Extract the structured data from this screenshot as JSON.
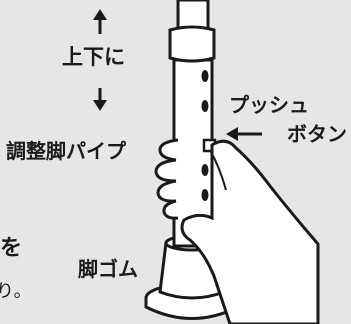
{
  "labels": {
    "up_down": "上下に",
    "push_button_line1": "プッシュ",
    "push_button_line2": "ボタン",
    "adjust_pipe": "調整脚パイプ",
    "rubber_foot": "脚ゴム",
    "cropped_particle": "を",
    "cropped_period": "り。"
  },
  "colors": {
    "background": "#e7e6e5",
    "line": "#1a1a1a",
    "fill": "#ffffff"
  }
}
